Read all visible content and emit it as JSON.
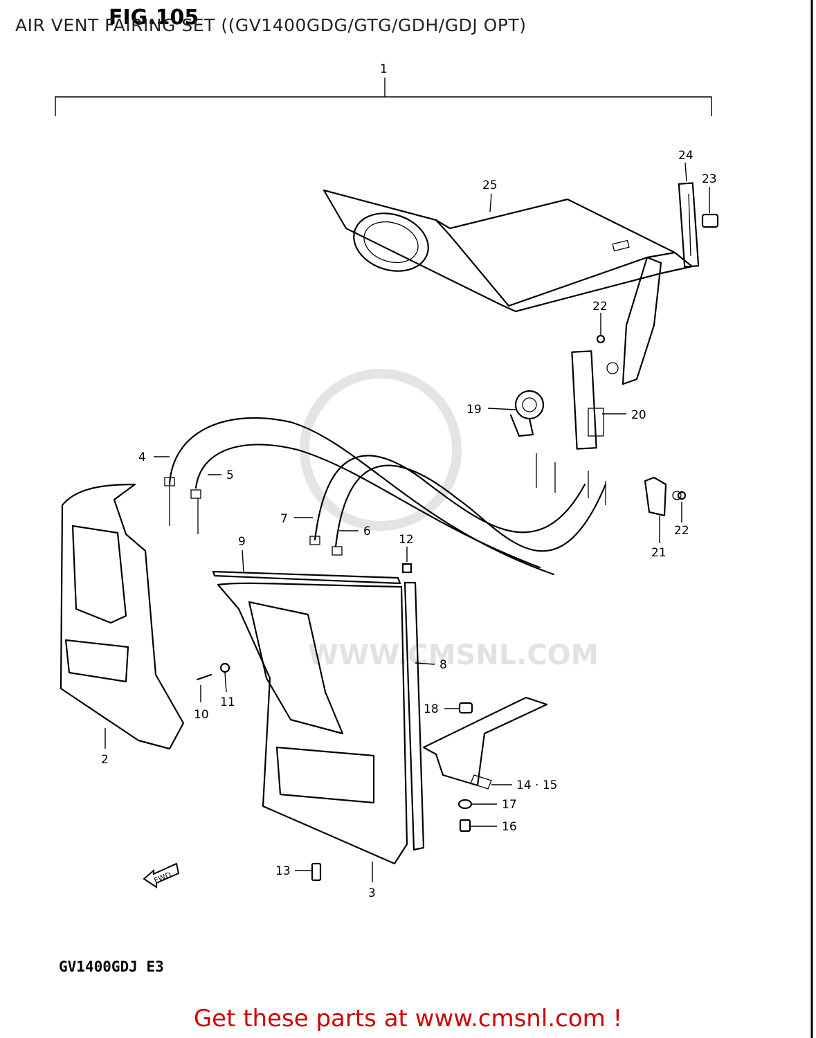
{
  "header": {
    "fig_label": "FIG.105",
    "caption": "AIR VENT FAIRING SET ((GV1400GDG/GTG/GDH/GDJ OPT)"
  },
  "diagram": {
    "watermark": "WWW.CMSNL.COM",
    "fwd_label": "FWD",
    "callouts": [
      "1",
      "2",
      "3",
      "4",
      "5",
      "6",
      "7",
      "8",
      "9",
      "10",
      "11",
      "12",
      "13",
      "14 · 15",
      "16",
      "17",
      "18",
      "19",
      "20",
      "21",
      "22",
      "22",
      "23",
      "24",
      "25"
    ]
  },
  "model_code": "GV1400GDJ  E3",
  "footer": {
    "link_text": "Get these parts at www.cmsnl.com !"
  },
  "colors": {
    "footer_text": "#d00000",
    "line": "#000000",
    "watermark": "#e4e4e4"
  }
}
